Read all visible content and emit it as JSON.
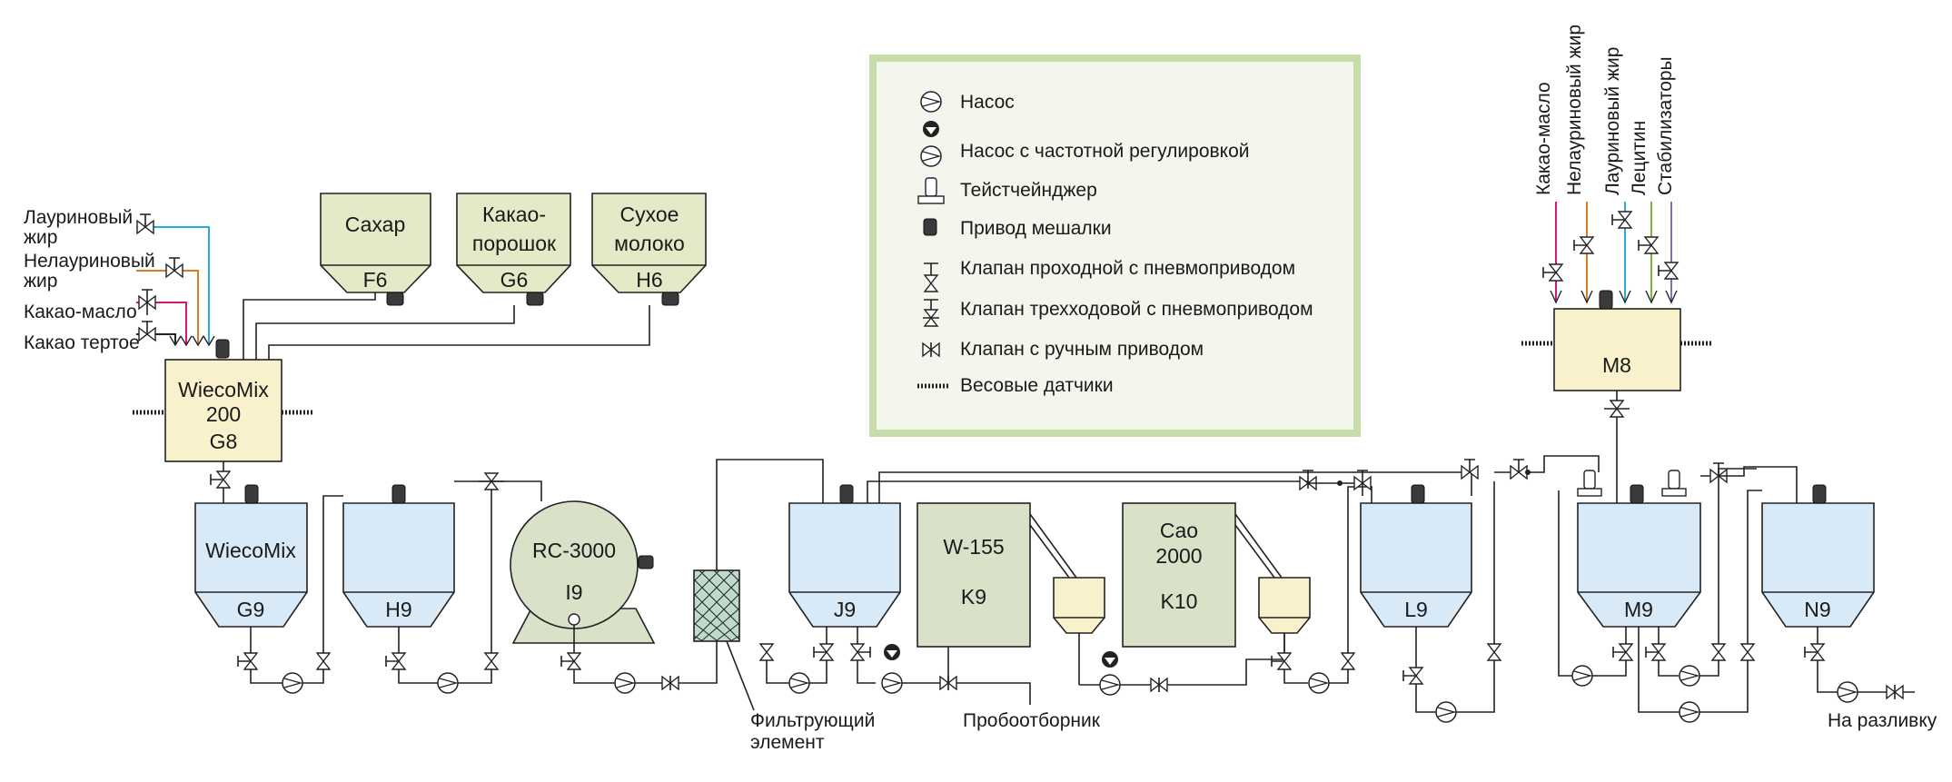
{
  "legend": {
    "pump": "Насос",
    "vfd_pump": "Насос с частотной регулировкой",
    "taste_changer": "Тейстчейнджер",
    "agitator_drive": "Привод мешалки",
    "valve_pneumatic": "Клапан проходной с пневмоприводом",
    "valve_3way": "Клапан трехходовой с пневмоприводом",
    "valve_manual": "Клапан с ручным приводом",
    "load_cells": "Весовые датчики"
  },
  "inputs_left": {
    "lauric_1": "Лауриновый",
    "lauric_2": "жир",
    "nonlauric_1": "Нелауриновый",
    "nonlauric_2": "жир",
    "cocoa_butter": "Какао-масло",
    "cocoa_mass": "Какао тертое"
  },
  "inputs_right": {
    "cocoa_butter": "Какао-масло",
    "nonlauric": "Нелауриновый жир",
    "lauric": "Лауриновый жир",
    "lecithin": "Лецитин",
    "stabilizers": "Стабилизаторы"
  },
  "hoppers": {
    "sugar_name": "Сахар",
    "sugar_id": "F6",
    "cocoa_1": "Какао-",
    "cocoa_2": "порошок",
    "cocoa_id": "G6",
    "milk_1": "Сухое",
    "milk_2": "молоко",
    "milk_id": "H6"
  },
  "equipment": {
    "g8_1": "WiecoMix",
    "g8_2": "200",
    "g8_id": "G8",
    "g9_name": "WiecoMix",
    "g9_id": "G9",
    "h9_id": "H9",
    "i9_name": "RC-3000",
    "i9_id": "I9",
    "j9_id": "J9",
    "k9_name": "W-155",
    "k9_id": "K9",
    "k10_1": "Cao",
    "k10_2": "2000",
    "k10_id": "K10",
    "l9_id": "L9",
    "m8_id": "M8",
    "m9_id": "M9",
    "n9_id": "N9"
  },
  "labels": {
    "filter_1": "Фильтрующий",
    "filter_2": "элемент",
    "sampler": "Пробоотборник",
    "bottling": "На разливку"
  },
  "colors": {
    "lauric": "#2aa7e0",
    "nonlauric": "#e07a1f",
    "cocoa_butter": "#d6167a",
    "cocoa_mass": "#222222",
    "lecithin": "#7ab83a",
    "stabilizers": "#7b6fc6",
    "legend_border": "#c8dcaa",
    "legend_fill": "#f3f6ec"
  }
}
